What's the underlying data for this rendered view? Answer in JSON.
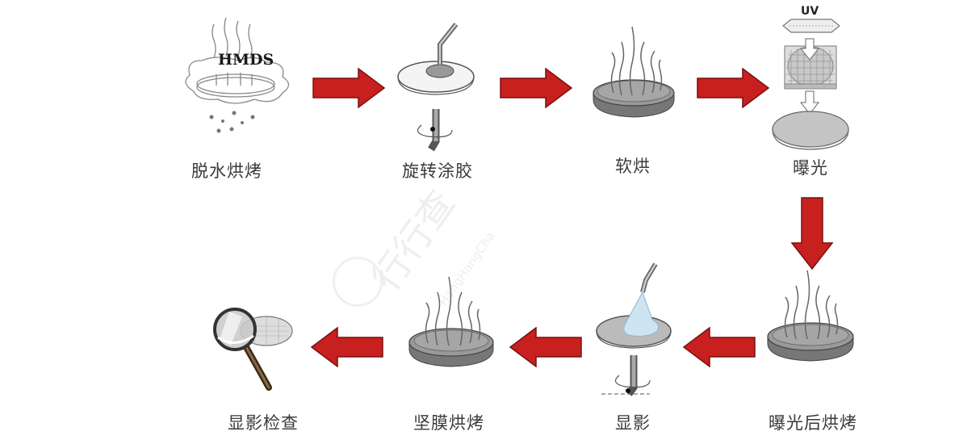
{
  "diagram": {
    "type": "process-flow",
    "steps": [
      {
        "label": "脱水烘烤",
        "icon": "hmds-vapor-icon",
        "icon_text": "HMDS"
      },
      {
        "label": "旋转涂胶",
        "icon": "spin-coat-icon"
      },
      {
        "label": "软烘",
        "icon": "hot-wafer-icon"
      },
      {
        "label": "曝光",
        "icon": "uv-exposure-icon",
        "icon_text": "UV"
      },
      {
        "label": "曝光后烘烤",
        "icon": "hot-wafer-icon"
      },
      {
        "label": "显影",
        "icon": "develop-spray-icon"
      },
      {
        "label": "坚膜烘烤",
        "icon": "hot-wafer-icon"
      },
      {
        "label": "显影检查",
        "icon": "magnifier-icon"
      }
    ],
    "arrow_color": "#c8201e",
    "watermark": {
      "text": "行行查",
      "sub": "HangHangCha"
    }
  }
}
